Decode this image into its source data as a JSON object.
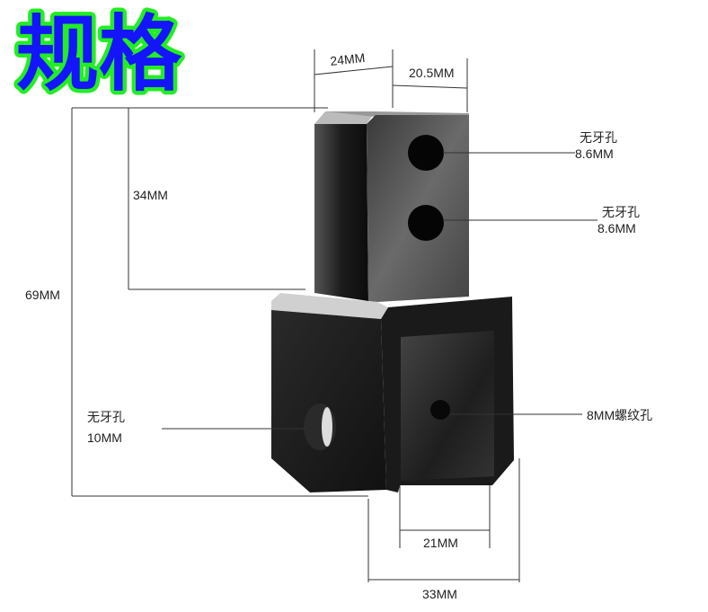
{
  "title": "规格",
  "dimensions": {
    "top_width": "24MM",
    "top_depth": "20.5MM",
    "top_height": "34MM",
    "total_height": "69MM",
    "slot_width": "21MM",
    "bottom_width": "33MM"
  },
  "callouts": {
    "hole1_name": "无牙孔",
    "hole1_size": "8.6MM",
    "hole2_name": "无牙孔",
    "hole2_size": "8.6MM",
    "hole3_name": "无牙孔",
    "hole3_size": "10MM",
    "thread_hole": "8MM螺纹孔"
  }
}
